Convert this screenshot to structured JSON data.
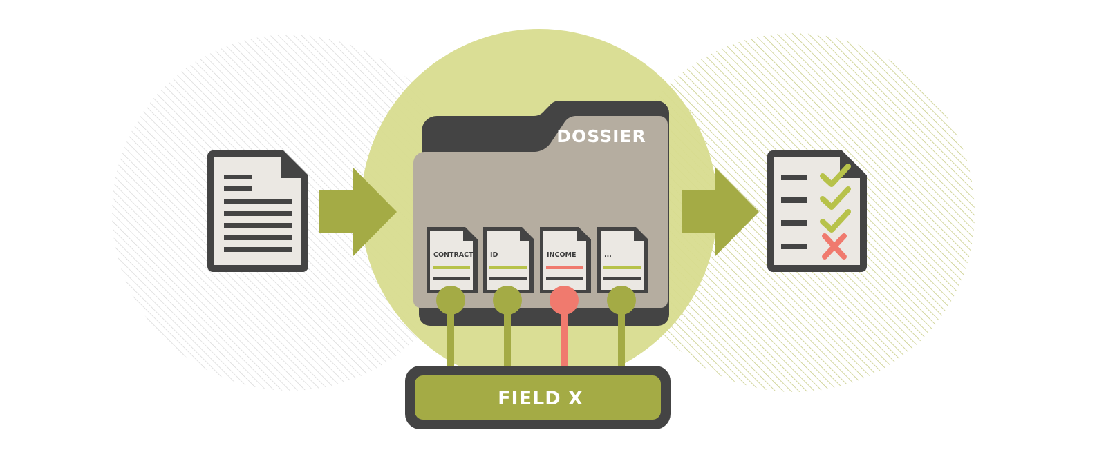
{
  "diagram": {
    "folder_label": "DOSSIER",
    "field_label": "FIELD X",
    "documents": [
      {
        "label": "CONTRACT",
        "status": "valid"
      },
      {
        "label": "ID",
        "status": "valid"
      },
      {
        "label": "INCOME",
        "status": "invalid"
      },
      {
        "label": "...",
        "status": "valid"
      }
    ],
    "checklist": [
      "check",
      "check",
      "check",
      "cross"
    ]
  },
  "colors": {
    "olive": "#a4ab45",
    "light_green": "#d8dc8f",
    "coral": "#f07a6e",
    "dark": "#444444",
    "folder_fill": "#b5ada0",
    "paper": "#ebe8e3",
    "check_green": "#b7c24a"
  }
}
